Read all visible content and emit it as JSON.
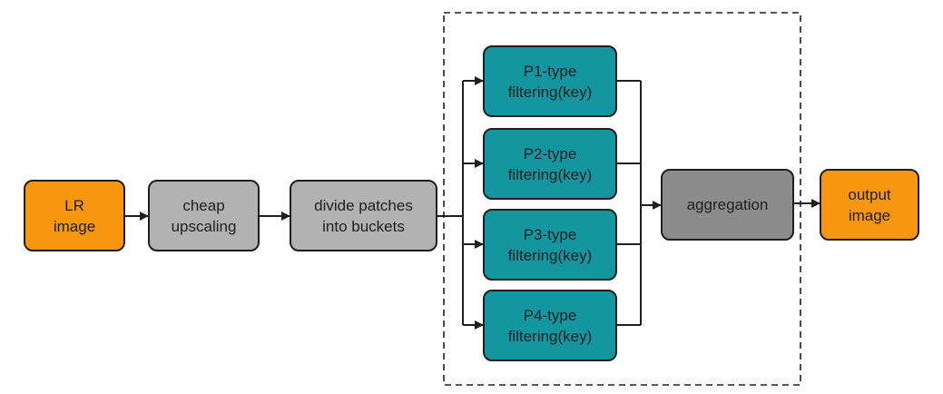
{
  "nodes": {
    "lr_image": "LR\nimage",
    "cheap_upscaling": "cheap\nupscaling",
    "divide_patches": "divide patches\ninto buckets",
    "p1_filter": "P1-type\nfiltering(key)",
    "p2_filter": "P2-type\nfiltering(key)",
    "p3_filter": "P3-type\nfiltering(key)",
    "p4_filter": "P4-type\nfiltering(key)",
    "aggregation": "aggregation",
    "output_image": "output\nimage"
  },
  "colors": {
    "input_output": "#f7960f",
    "preprocess": "#b2b2b2",
    "filter": "#1496a0",
    "aggregation": "#8c8c8c",
    "stroke": "#1f1f1f"
  }
}
